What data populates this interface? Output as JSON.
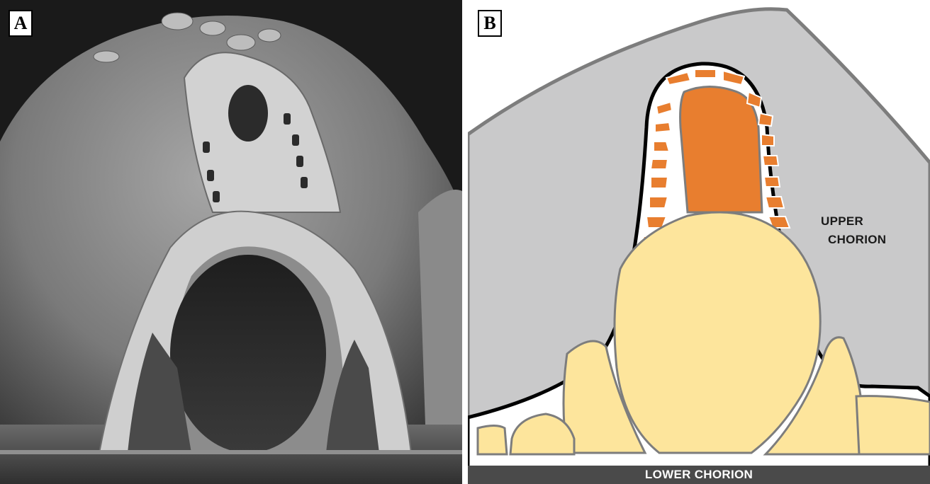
{
  "panels": {
    "a": {
      "letter": "A"
    },
    "b": {
      "letter": "B",
      "upper_label_line1": "UPPER",
      "upper_label_line2": "CHORION",
      "lower_label": "LOWER CHORION"
    }
  },
  "colors": {
    "background_gray": "#c9c9ca",
    "outer_shell": "#7d7d7d",
    "orange": "#e87e2f",
    "cream": "#fde59c",
    "outline": "#000000",
    "lower_bar": "#4a4a4a"
  }
}
